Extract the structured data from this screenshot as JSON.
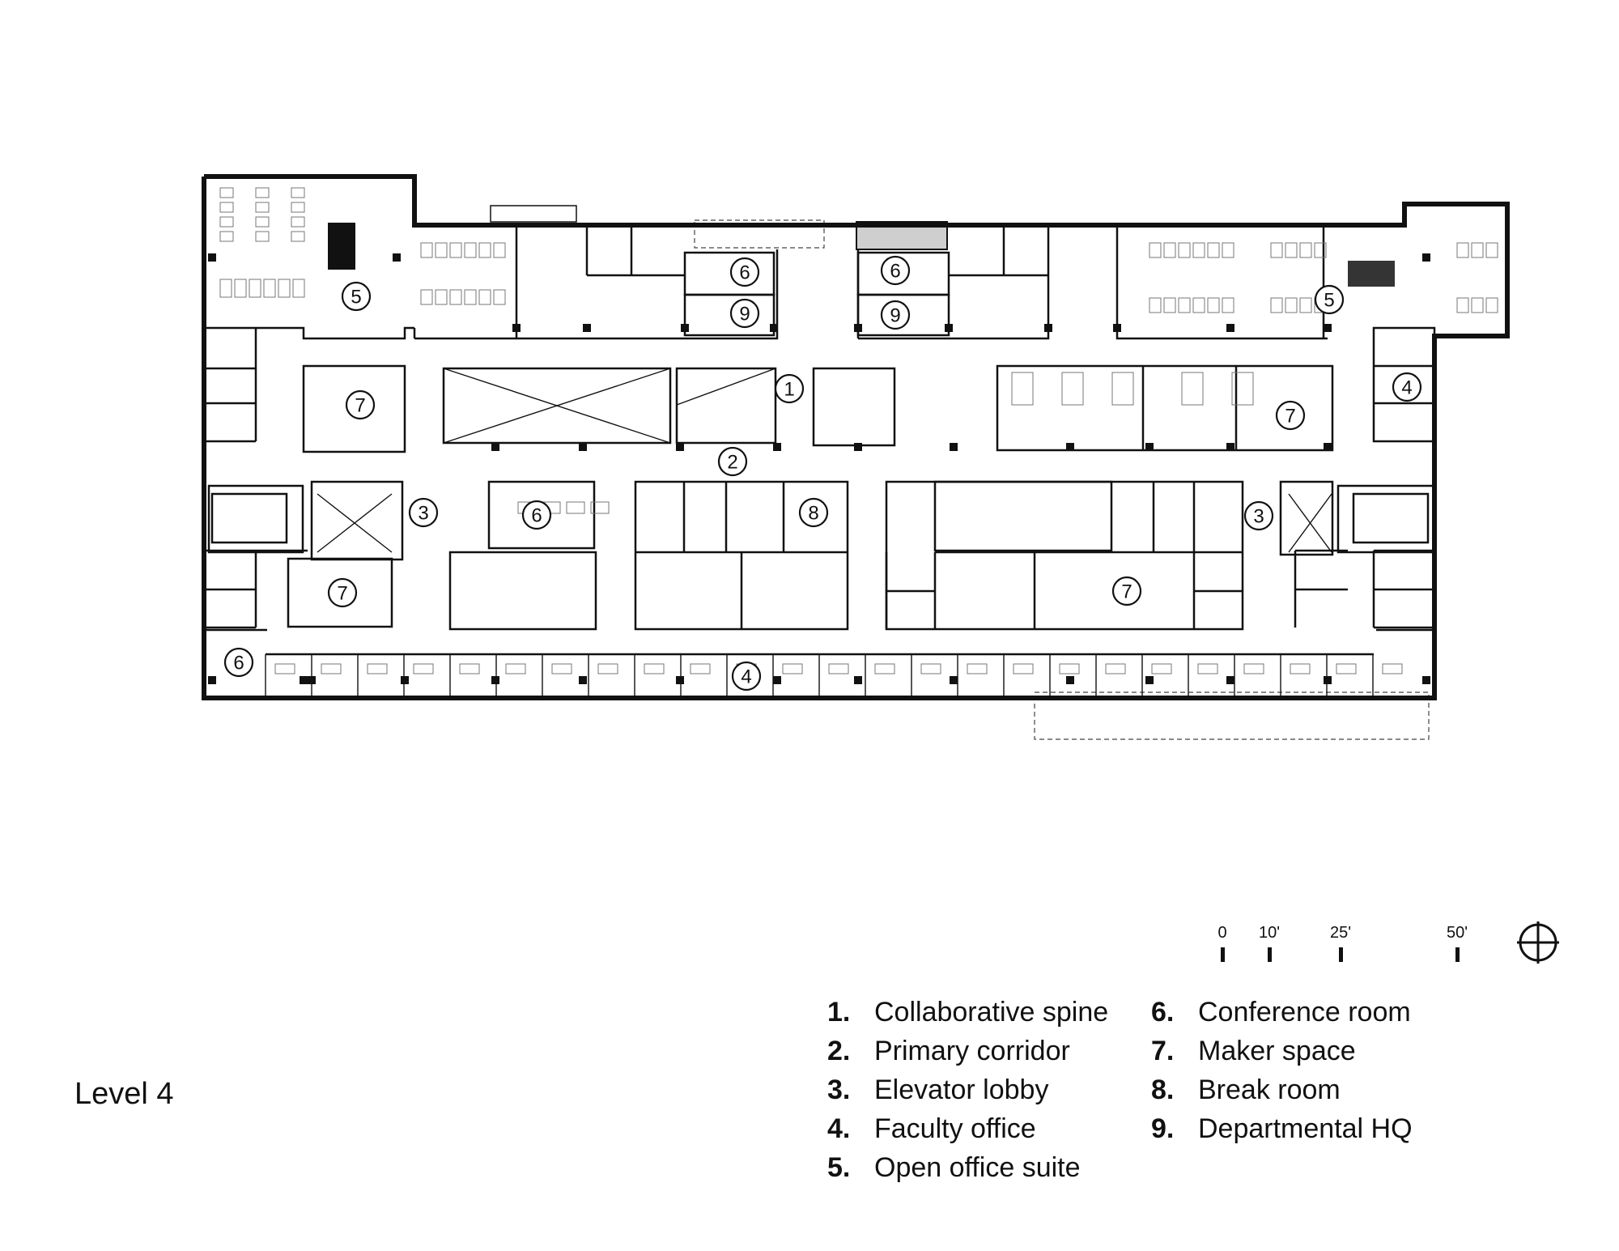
{
  "title": "Level 4",
  "legend": [
    {
      "num": "1.",
      "label": "Collaborative spine"
    },
    {
      "num": "2.",
      "label": "Primary corridor"
    },
    {
      "num": "3.",
      "label": "Elevator lobby"
    },
    {
      "num": "4.",
      "label": "Faculty office"
    },
    {
      "num": "5.",
      "label": "Open office suite"
    },
    {
      "num": "6.",
      "label": "Conference room"
    },
    {
      "num": "7.",
      "label": "Maker space"
    },
    {
      "num": "8.",
      "label": "Break room"
    },
    {
      "num": "9.",
      "label": "Departmental HQ"
    }
  ],
  "scale_bar": {
    "ticks": [
      "0",
      "10'",
      "25'",
      "50'"
    ]
  },
  "room_tags": {
    "t1": "1",
    "t2": "2",
    "t3a": "3",
    "t3b": "3",
    "t4a": "4",
    "t4b": "4",
    "t5a": "5",
    "t5b": "5",
    "t6a": "6",
    "t6b": "6",
    "t6c": "6",
    "t6d": "6",
    "t7a": "7",
    "t7b": "7",
    "t7c": "7",
    "t7d": "7",
    "t8": "8",
    "t9a": "9",
    "t9b": "9"
  },
  "icons": {
    "north_arrow": "north-arrow-icon"
  }
}
